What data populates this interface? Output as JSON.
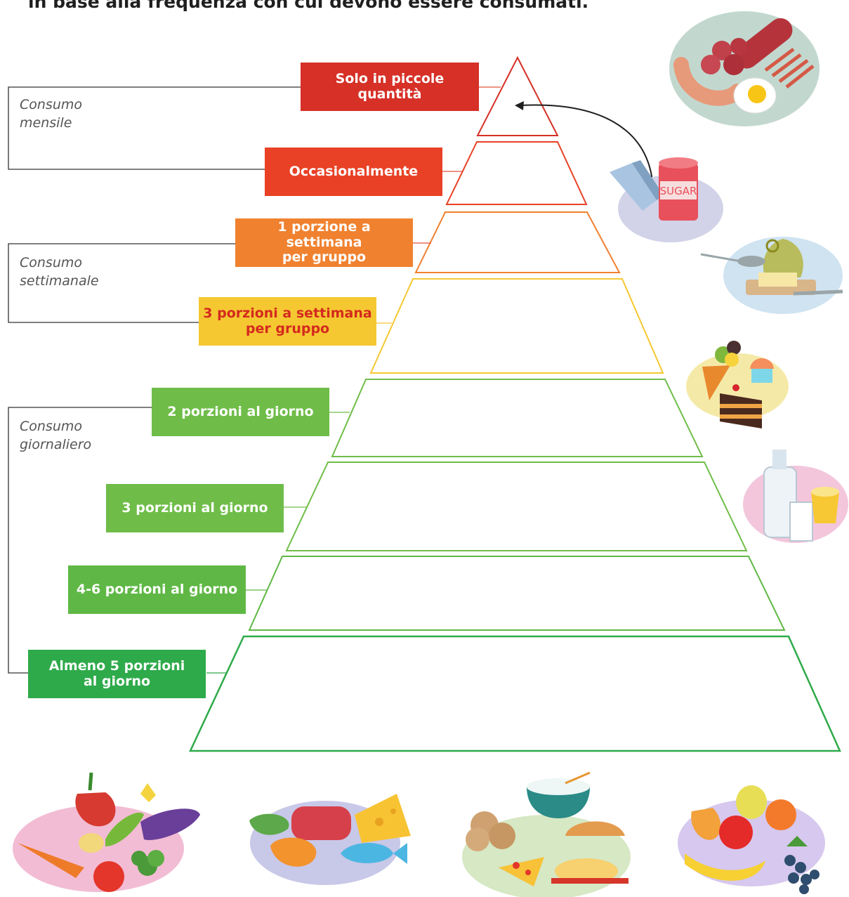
{
  "intro_text": "in base alla frequenza con cui devono essere consumati.",
  "groups": [
    {
      "line1": "Consumo",
      "line2": "mensile"
    },
    {
      "line1": "Consumo",
      "line2": "settimanale"
    },
    {
      "line1": "Consumo",
      "line2": "giornaliero"
    }
  ],
  "levels": [
    {
      "line1": "Solo in piccole",
      "line2": "quantità",
      "color": "#d63027"
    },
    {
      "line1": "Occasionalmente",
      "line2": "",
      "color": "#e84126"
    },
    {
      "line1": "1 porzione a settimana",
      "line2": "per gruppo",
      "color": "#f0812f"
    },
    {
      "line1": "3 porzioni a settimana",
      "line2": "per gruppo",
      "color": "#f5c832",
      "text_color": "#d42a1e"
    },
    {
      "line1": "2 porzioni al giorno",
      "line2": "",
      "color": "#6fbd48"
    },
    {
      "line1": "3 porzioni al giorno",
      "line2": "",
      "color": "#6fbd48"
    },
    {
      "line1": "4-6 porzioni al giorno",
      "line2": "",
      "color": "#5fb845"
    },
    {
      "line1": "Almeno 5 porzioni",
      "line2": "al giorno",
      "color": "#2eaa4a"
    }
  ],
  "food_images": [
    {
      "name": "salumi-uova-plate"
    },
    {
      "name": "sale-zucchero-plate",
      "text": "SUGAR"
    },
    {
      "name": "olio-burro-plate"
    },
    {
      "name": "dolci-plate"
    },
    {
      "name": "latticini-plate"
    },
    {
      "name": "verdure-plate"
    },
    {
      "name": "proteine-plate"
    },
    {
      "name": "cereali-plate"
    },
    {
      "name": "frutta-plate"
    }
  ]
}
